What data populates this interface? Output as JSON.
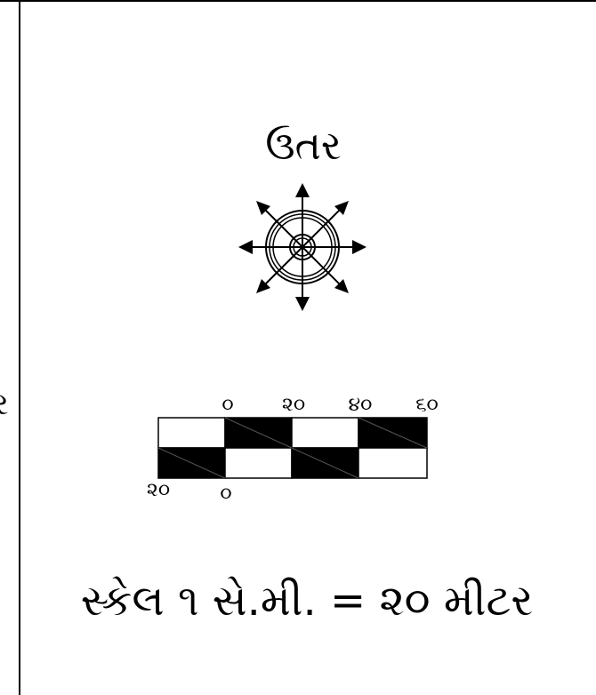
{
  "north_label": "ઉતર",
  "edge_text": "ર",
  "scale_bar": {
    "top_ticks": [
      "૦",
      "૨૦",
      "૪૦",
      "૬૦"
    ],
    "bottom_ticks": [
      "૨૦",
      "૦"
    ]
  },
  "scale_statement": "સ્કેલ ૧ સે.મી. = ૨૦ મીટર",
  "colors": {
    "ink": "#000000",
    "background": "#ffffff"
  },
  "icons": [
    "compass-rose-icon"
  ]
}
